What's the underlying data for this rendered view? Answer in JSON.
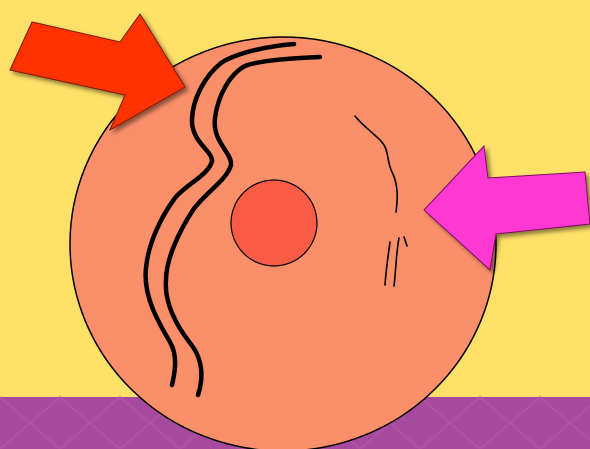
{
  "colors": {
    "background": "#fce068",
    "bottom_band": "#a64aa0",
    "bottom_band_pattern": "#b35aac",
    "cell_fill": "#fb8f6a",
    "cell_outline": "#000000",
    "nucleus_fill": "#f85c44",
    "red_arrow": "#ff3300",
    "magenta_arrow": "#ff38d4",
    "line_color": "#000000"
  },
  "elements": {
    "cell": "cell-body",
    "nucleus": "nucleus",
    "thick_strand": "double-strand-structure",
    "thin_strand": "thin-strand-structure",
    "red_arrow": "red-arrow-icon",
    "magenta_arrow": "magenta-arrow-icon"
  }
}
